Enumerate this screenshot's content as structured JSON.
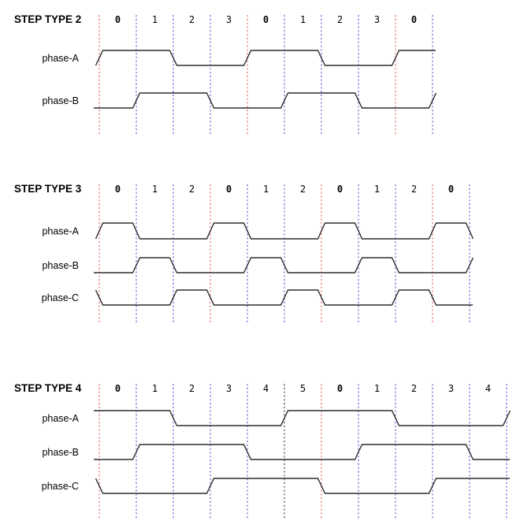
{
  "figure": {
    "description": "Stepper motor step type phase timing diagrams",
    "background": "#ffffff"
  },
  "colors": {
    "cycle_start_line": "#ee9494",
    "step_line": "#6868d8",
    "half_cycle_line": "#4d4d4d",
    "waveform": "#2d2d2d",
    "text": "#000000"
  },
  "emphasized_step": "0",
  "sections": [
    {
      "title": "STEP TYPE 2",
      "steps": [
        "0",
        "1",
        "2",
        "3",
        "0",
        "1",
        "2",
        "3",
        "0"
      ],
      "line_colors": [
        "cycle_start_line",
        "step_line",
        "step_line",
        "step_line",
        "cycle_start_line",
        "step_line",
        "step_line",
        "step_line",
        "cycle_start_line",
        "step_line"
      ],
      "phases": [
        {
          "name": "phase-A",
          "levels": [
            1,
            1,
            0,
            0,
            1,
            1,
            0,
            0,
            1
          ],
          "lead": "rise",
          "tail": "flat"
        },
        {
          "name": "phase-B",
          "levels": [
            0,
            1,
            1,
            0,
            0,
            1,
            1,
            0,
            0
          ],
          "lead": "flat",
          "tail": "rise"
        }
      ]
    },
    {
      "title": "STEP TYPE 3",
      "steps": [
        "0",
        "1",
        "2",
        "0",
        "1",
        "2",
        "0",
        "1",
        "2",
        "0"
      ],
      "line_colors": [
        "cycle_start_line",
        "step_line",
        "step_line",
        "cycle_start_line",
        "step_line",
        "step_line",
        "cycle_start_line",
        "step_line",
        "step_line",
        "cycle_start_line",
        "step_line"
      ],
      "phases": [
        {
          "name": "phase-A",
          "levels": [
            1,
            0,
            0,
            1,
            0,
            0,
            1,
            0,
            0,
            1
          ],
          "lead": "rise",
          "tail": "fall"
        },
        {
          "name": "phase-B",
          "levels": [
            0,
            1,
            0,
            0,
            1,
            0,
            0,
            1,
            0,
            0
          ],
          "lead": "flat",
          "tail": "rise"
        },
        {
          "name": "phase-C",
          "levels": [
            0,
            0,
            1,
            0,
            0,
            1,
            0,
            0,
            1,
            0
          ],
          "lead": "fall",
          "tail": "flat"
        }
      ]
    },
    {
      "title": "STEP TYPE 4",
      "steps": [
        "0",
        "1",
        "2",
        "3",
        "4",
        "5",
        "0",
        "1",
        "2",
        "3",
        "4"
      ],
      "line_colors": [
        "cycle_start_line",
        "step_line",
        "step_line",
        "step_line",
        "step_line",
        "half_cycle_line",
        "cycle_start_line",
        "step_line",
        "step_line",
        "step_line",
        "step_line",
        "step_line"
      ],
      "phases": [
        {
          "name": "phase-A",
          "levels": [
            1,
            1,
            0,
            0,
            0,
            1,
            1,
            1,
            0,
            0,
            0
          ],
          "lead": "flat",
          "tail": "rise"
        },
        {
          "name": "phase-B",
          "levels": [
            0,
            1,
            1,
            1,
            0,
            0,
            0,
            1,
            1,
            1,
            0
          ],
          "lead": "flat",
          "tail": "flat"
        },
        {
          "name": "phase-C",
          "levels": [
            0,
            0,
            0,
            1,
            1,
            1,
            0,
            0,
            0,
            1,
            1
          ],
          "lead": "fall",
          "tail": "flat"
        }
      ]
    }
  ]
}
